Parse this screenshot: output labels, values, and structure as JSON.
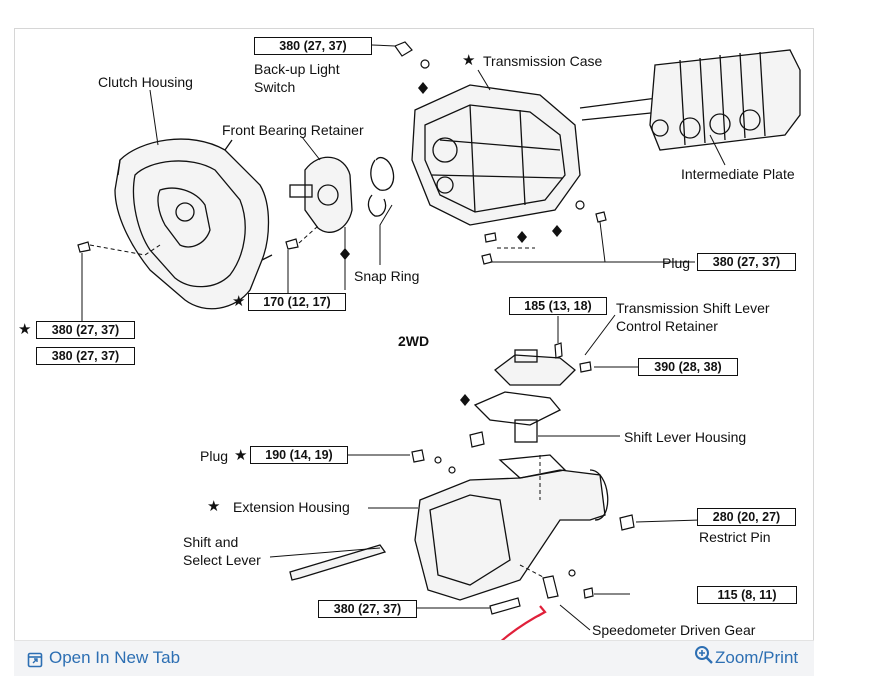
{
  "diagram": {
    "labels": {
      "clutch_housing": "Clutch Housing",
      "front_bearing_retainer": "Front Bearing Retainer",
      "backup_light_switch_1": "Back-up Light",
      "backup_light_switch_2": "Switch",
      "transmission_case": "Transmission Case",
      "intermediate_plate": "Intermediate Plate",
      "plug_top": "Plug",
      "snap_ring": "Snap Ring",
      "shift_lever_retainer_1": "Transmission Shift Lever",
      "shift_lever_retainer_2": "Control Retainer",
      "model": "2WD",
      "shift_lever_housing": "Shift Lever Housing",
      "plug_mid": "Plug",
      "extension_housing": "Extension Housing",
      "restrict_pin": "Restrict Pin",
      "shift_select_1": "Shift and",
      "shift_select_2": "Select Lever",
      "speedometer_gear": "Speedometer Driven Gear"
    },
    "torque": {
      "backup_switch": "380 (27, 37)",
      "plug_top": "380 (27, 37)",
      "front_retainer_bolt": "170 (12, 17)",
      "clutch_bolt_a": "380 (27, 37)",
      "clutch_bolt_b": "380 (27, 37)",
      "retainer_bolt": "185 (13, 18)",
      "side_bolt": "390 (28, 38)",
      "plug_mid": "190 (14, 19)",
      "restrict_pin": "280 (20, 27)",
      "speedo_bolt": "115 (8, 11)",
      "ext_bolt": "380 (27, 37)"
    },
    "symbols": {
      "star": "★",
      "diamond": "◆"
    }
  },
  "footer": {
    "open_new_tab": "Open In New Tab",
    "zoom_print": "Zoom/Print"
  },
  "colors": {
    "link": "#2d6fb3",
    "annotation_arrow": "#e0203a",
    "footer_bg": "#f3f4f6"
  }
}
